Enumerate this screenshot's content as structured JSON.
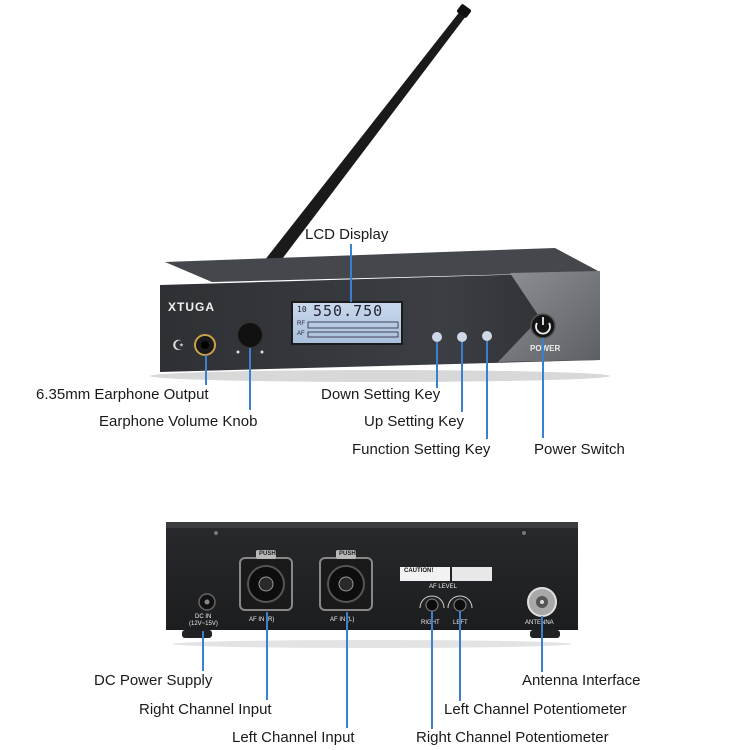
{
  "front": {
    "brand": "XTUGA",
    "lcd_freq": "550.750",
    "lcd_ch": "10",
    "lcd_rf": "RF",
    "lcd_af": "AF",
    "power_label": "POWER"
  },
  "back": {
    "dc_label_1": "DC IN",
    "dc_label_2": "(12V~15V)",
    "af_in_r": "AF IN (R)",
    "af_in_l": "AF IN (L)",
    "caution": "CAUTION!",
    "af_level": "AF LEVEL",
    "right": "RIGHT",
    "left": "LEFT",
    "antenna": "ANTENNA",
    "push": "PUSH"
  },
  "labels": {
    "lcd_display": "LCD Display",
    "earphone_output": "6.35mm Earphone Output",
    "volume_knob": "Earphone Volume Knob",
    "down_key": "Down Setting Key",
    "up_key": "Up Setting Key",
    "function_key": "Function Setting Key",
    "power_switch": "Power Switch",
    "dc_supply": "DC Power Supply",
    "right_input": "Right Channel Input",
    "left_input": "Left Channel Input",
    "antenna_interface": "Antenna Interface",
    "left_pot": "Left Channel Potentiometer",
    "right_pot": "Right Channel Potentiometer"
  }
}
